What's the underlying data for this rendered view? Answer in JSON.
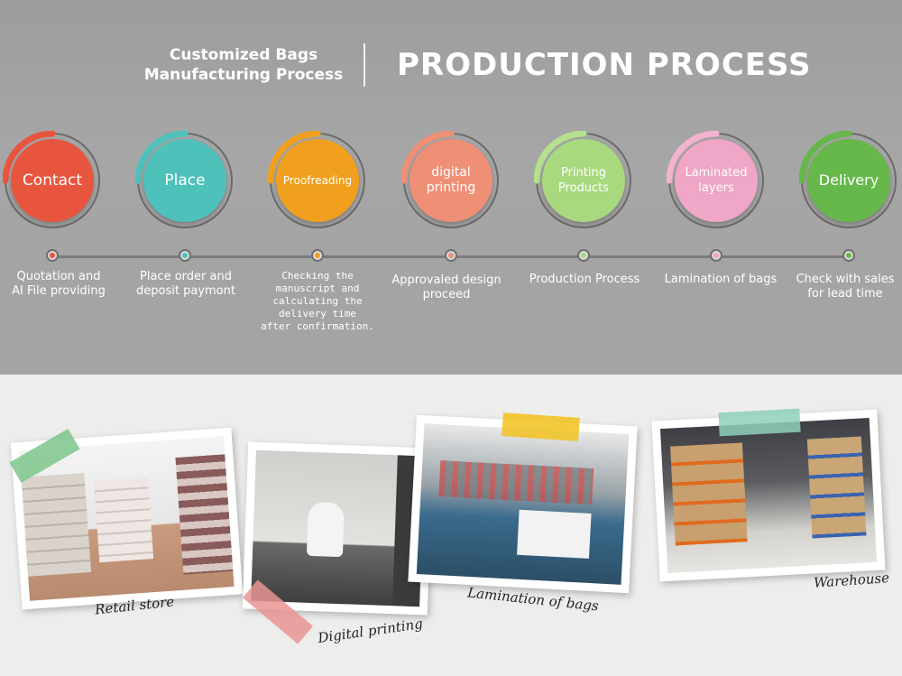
{
  "header": {
    "subtitle_line1": "Customized Bags",
    "subtitle_line2": "Manufacturing Process",
    "title": "PRODUCTION PROCESS"
  },
  "steps": [
    {
      "label_line1": "Contact",
      "label_line2": "",
      "color": "#e8553f",
      "arc": "#e8553f",
      "desc": [
        "Quotation and",
        "AI File providing"
      ]
    },
    {
      "label_line1": "Place",
      "label_line2": "",
      "color": "#4ec1bb",
      "arc": "#4ec1bb",
      "desc": [
        "Place order and",
        "deposit paymont"
      ]
    },
    {
      "label_line1": "Proofreading",
      "label_line2": "",
      "color": "#f0a01e",
      "arc": "#f0a01e",
      "desc": [
        "Checking the",
        "manuscript and",
        "calculating the",
        "delivery time",
        "after confirmation."
      ]
    },
    {
      "label_line1": "digital",
      "label_line2": "printing",
      "color": "#ef8f76",
      "arc": "#ef8f76",
      "desc": [
        "Approvaled design",
        "proceed"
      ]
    },
    {
      "label_line1": "Printing",
      "label_line2": "Products",
      "color": "#a9d97f",
      "arc": "#b5e08f",
      "desc": [
        "Production Process"
      ]
    },
    {
      "label_line1": "Laminated",
      "label_line2": "layers",
      "color": "#f0a6c6",
      "arc": "#f3b3cf",
      "desc": [
        "Lamination of bags"
      ]
    },
    {
      "label_line1": "Delivery",
      "label_line2": "",
      "color": "#67b84b",
      "arc": "#67b84b",
      "desc": [
        "Check with sales",
        "for lead time"
      ]
    }
  ],
  "photos": {
    "retail": "Retail store",
    "digital": "Digital printing",
    "lamination": "Lamination of bags",
    "warehouse": "Warehouse"
  }
}
